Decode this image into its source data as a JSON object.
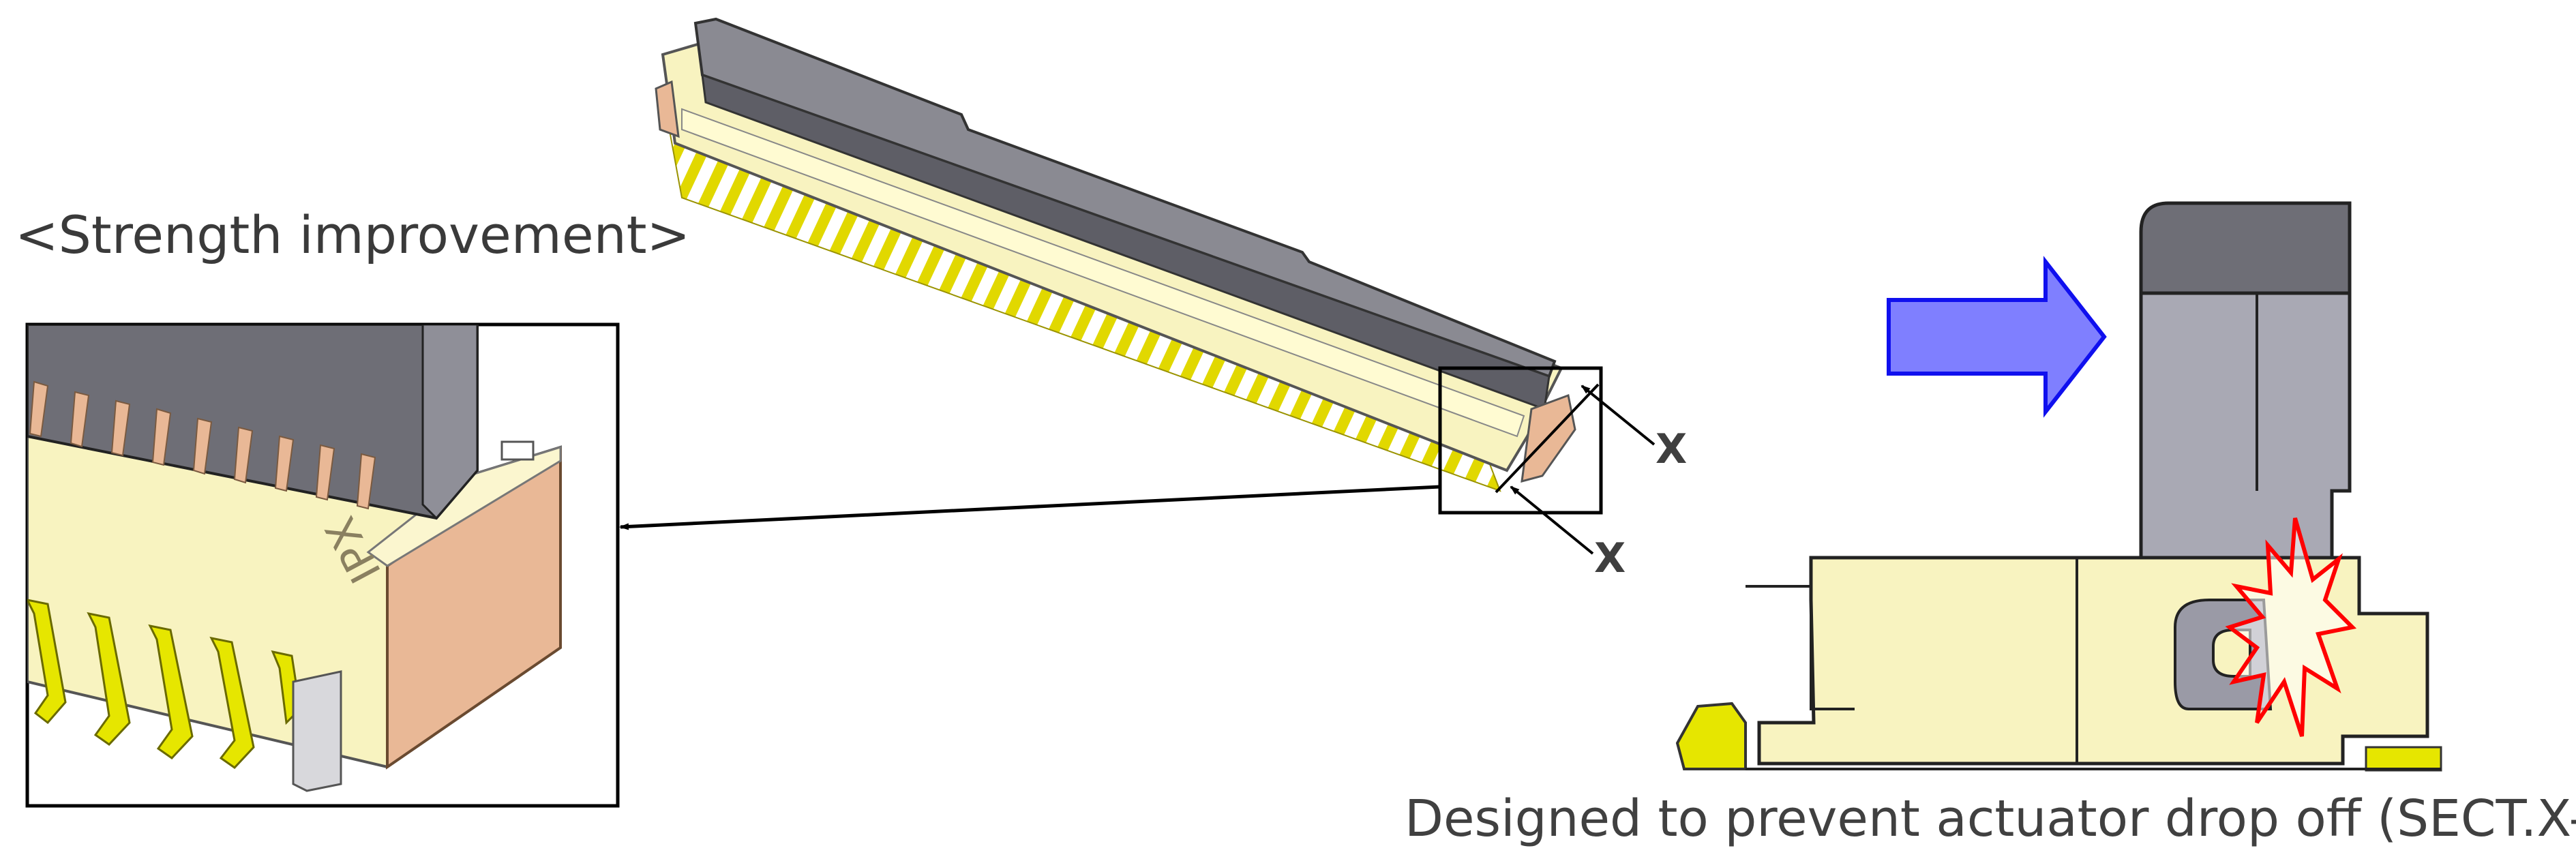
{
  "title": "<Strength improvement>",
  "caption": "Designed to prevent actuator drop off (SECT.X-X)",
  "section_marker": "X",
  "section_marker_2": "X",
  "product_marking": "IPX",
  "icons": {
    "push_arrow": "blue-right-arrow-icon",
    "impact": "red-starburst-icon"
  },
  "colors": {
    "housing": "#F8F3C0",
    "actuator_dark": "#6E6E76",
    "actuator_light": "#A9A9B4",
    "contact_pins": "#E6E600",
    "metal_fitting": "#E9B896",
    "push_arrow": "#7F7FFF",
    "impact": "#FF0000"
  }
}
